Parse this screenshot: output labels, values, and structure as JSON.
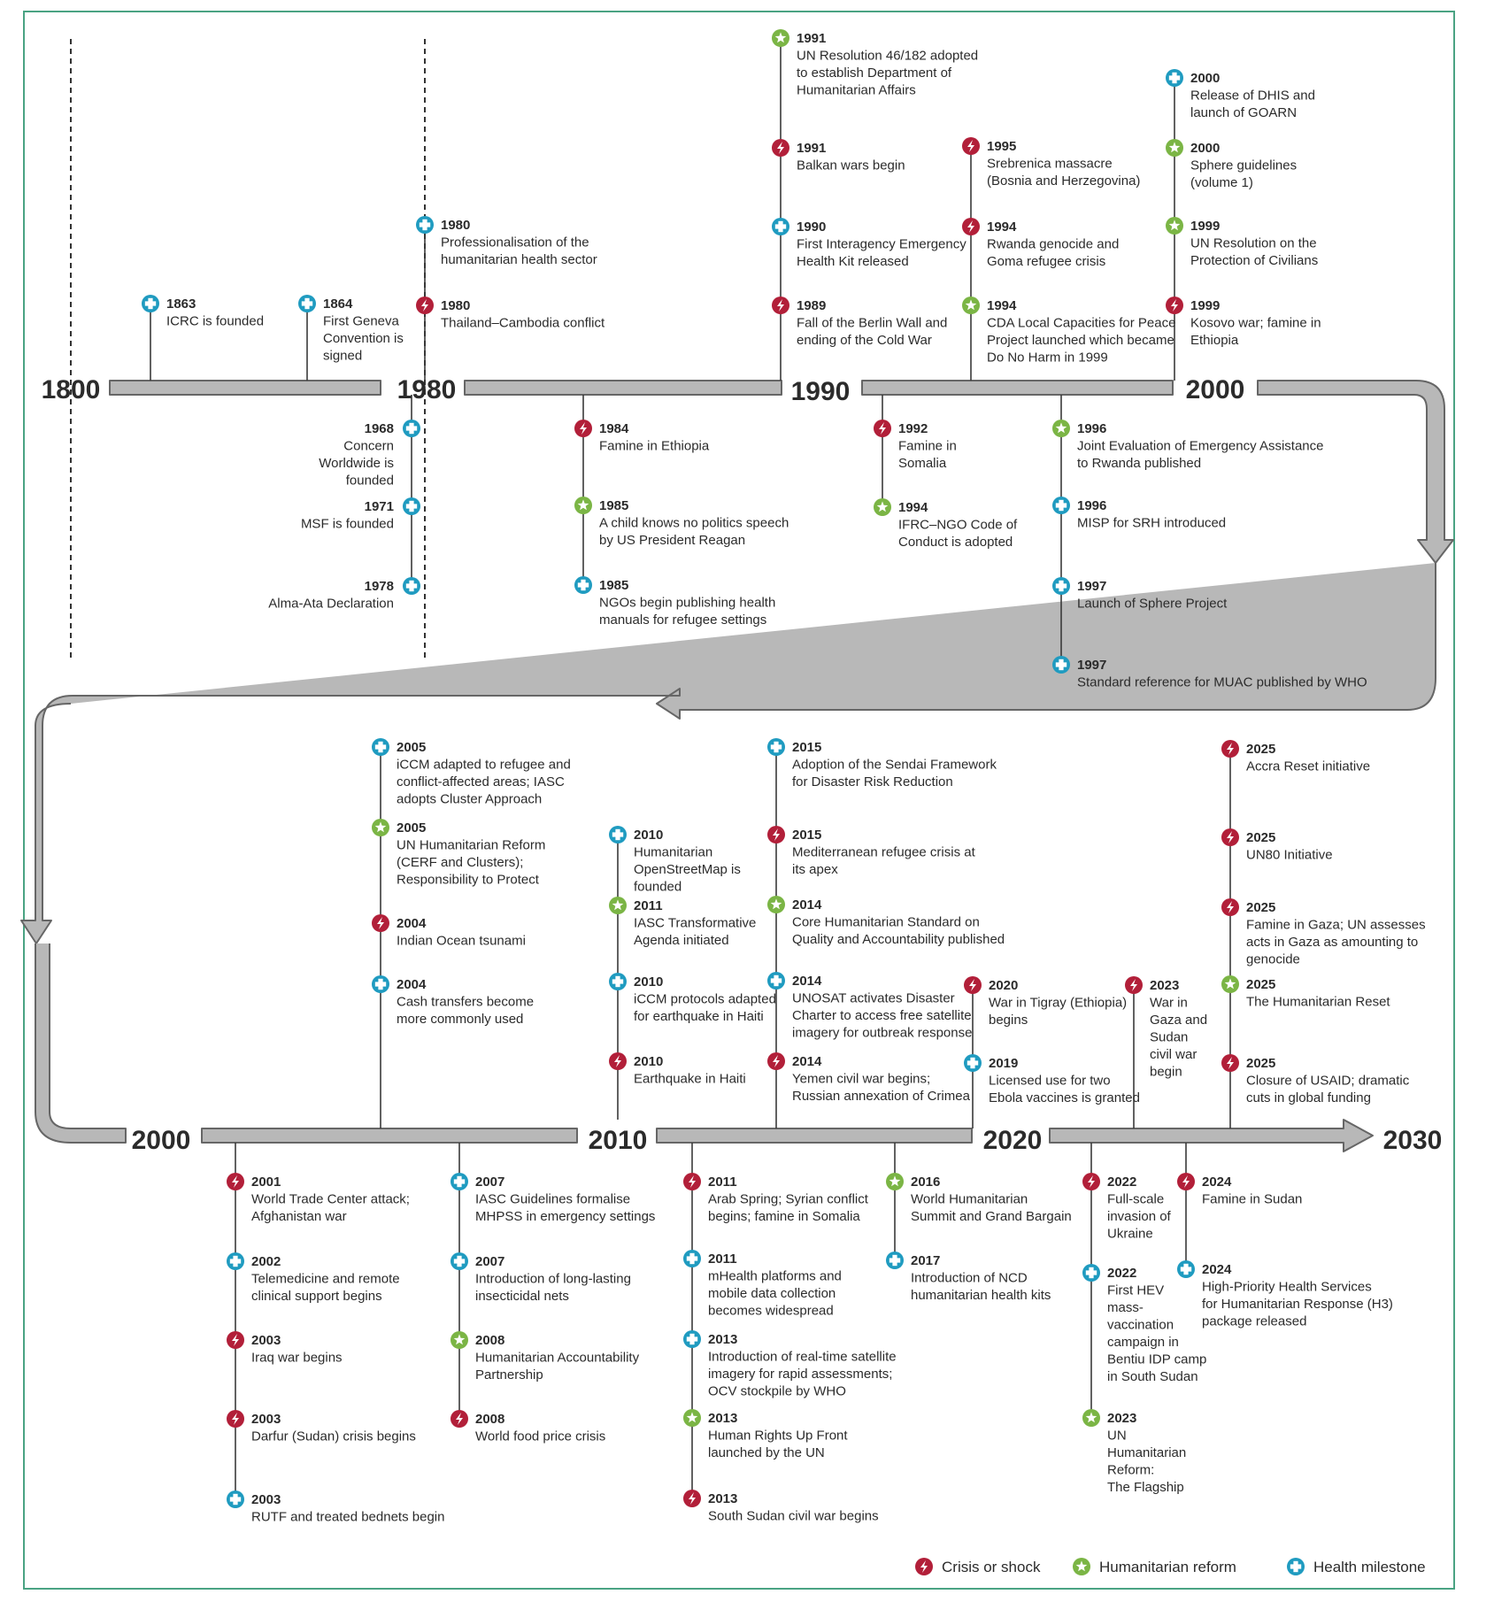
{
  "colors": {
    "crisis": "#b21f39",
    "reform": "#7bb545",
    "health": "#1f9bc0",
    "axis": "#b8b8b8",
    "axis_edge": "#666666",
    "frame": "#4aa383"
  },
  "icons": {
    "crisis": "lightning-bolt-icon",
    "reform": "star-icon",
    "health": "cross-icon"
  },
  "decade_labels": {
    "row1": [
      "1800",
      "1980",
      "1990",
      "2000"
    ],
    "row2": [
      "2000",
      "2010",
      "2020",
      "2030"
    ]
  },
  "legend": [
    {
      "category": "crisis",
      "label": "Crisis or shock"
    },
    {
      "category": "reform",
      "label": "Humanitarian reform"
    },
    {
      "category": "health",
      "label": "Health milestone"
    }
  ],
  "events": [
    {
      "year": "1863",
      "category": "health",
      "lines": [
        "ICRC is founded"
      ]
    },
    {
      "year": "1864",
      "category": "health",
      "lines": [
        "First Geneva",
        "Convention is",
        "signed"
      ]
    },
    {
      "year": "1980",
      "category": "health",
      "lines": [
        "Professionalisation of the",
        "humanitarian health sector"
      ]
    },
    {
      "year": "1980",
      "category": "crisis",
      "lines": [
        "Thailand–Cambodia conflict"
      ]
    },
    {
      "year": "1968",
      "category": "health",
      "lines": [
        "Concern",
        "Worldwide is",
        "founded"
      ]
    },
    {
      "year": "1971",
      "category": "health",
      "lines": [
        "MSF is founded"
      ]
    },
    {
      "year": "1978",
      "category": "health",
      "lines": [
        "Alma-Ata Declaration"
      ]
    },
    {
      "year": "1984",
      "category": "crisis",
      "lines": [
        "Famine in Ethiopia"
      ]
    },
    {
      "year": "1985",
      "category": "reform",
      "lines": [
        "A child knows no politics speech",
        "by US President Reagan"
      ]
    },
    {
      "year": "1985",
      "category": "health",
      "lines": [
        "NGOs begin publishing health",
        "manuals for refugee settings"
      ]
    },
    {
      "year": "1991",
      "category": "reform",
      "lines": [
        "UN Resolution 46/182 adopted",
        "to establish Department of",
        "Humanitarian Affairs"
      ]
    },
    {
      "year": "1991",
      "category": "crisis",
      "lines": [
        "Balkan wars begin"
      ]
    },
    {
      "year": "1990",
      "category": "health",
      "lines": [
        "First Interagency Emergency",
        "Health Kit released"
      ]
    },
    {
      "year": "1989",
      "category": "crisis",
      "lines": [
        "Fall of the Berlin Wall and",
        "ending of the Cold War"
      ]
    },
    {
      "year": "1995",
      "category": "crisis",
      "lines": [
        "Srebrenica massacre",
        "(Bosnia and Herzegovina)"
      ]
    },
    {
      "year": "1994",
      "category": "crisis",
      "lines": [
        "Rwanda genocide and",
        "Goma refugee crisis"
      ]
    },
    {
      "year": "1994",
      "category": "reform",
      "lines": [
        "CDA Local Capacities for Peace",
        "Project launched which became",
        "Do No Harm in 1999"
      ]
    },
    {
      "year": "1992",
      "category": "crisis",
      "lines": [
        "Famine in",
        "Somalia"
      ]
    },
    {
      "year": "1994",
      "category": "reform",
      "lines": [
        "IFRC–NGO Code of",
        "Conduct is adopted"
      ]
    },
    {
      "year": "2000",
      "category": "health",
      "lines": [
        "Release of DHIS and",
        "launch of GOARN"
      ]
    },
    {
      "year": "2000",
      "category": "reform",
      "lines": [
        "Sphere guidelines",
        "(volume 1)"
      ]
    },
    {
      "year": "1999",
      "category": "reform",
      "lines": [
        "UN Resolution on the",
        "Protection of Civilians"
      ]
    },
    {
      "year": "1999",
      "category": "crisis",
      "lines": [
        "Kosovo war; famine in",
        "Ethiopia"
      ]
    },
    {
      "year": "1996",
      "category": "reform",
      "lines": [
        "Joint Evaluation of Emergency Assistance",
        "to Rwanda published"
      ]
    },
    {
      "year": "1996",
      "category": "health",
      "lines": [
        "MISP for SRH introduced"
      ]
    },
    {
      "year": "1997",
      "category": "health",
      "lines": [
        "Launch of Sphere Project"
      ]
    },
    {
      "year": "1997",
      "category": "health",
      "lines": [
        "Standard reference for MUAC published by WHO"
      ]
    },
    {
      "year": "2005",
      "category": "health",
      "lines": [
        "iCCM adapted to refugee and",
        "conflict-affected areas; IASC",
        "adopts Cluster Approach"
      ]
    },
    {
      "year": "2005",
      "category": "reform",
      "lines": [
        "UN Humanitarian Reform",
        "(CERF and Clusters);",
        "Responsibility to Protect"
      ]
    },
    {
      "year": "2004",
      "category": "crisis",
      "lines": [
        "Indian Ocean tsunami"
      ]
    },
    {
      "year": "2004",
      "category": "health",
      "lines": [
        "Cash transfers become",
        "more commonly used"
      ]
    },
    {
      "year": "2010",
      "category": "health",
      "lines": [
        "Humanitarian",
        "OpenStreetMap is",
        "founded"
      ]
    },
    {
      "year": "2011",
      "category": "reform",
      "lines": [
        "IASC Transformative",
        "Agenda initiated"
      ]
    },
    {
      "year": "2010",
      "category": "health",
      "lines": [
        "iCCM protocols adapted",
        "for earthquake in Haiti"
      ]
    },
    {
      "year": "2010",
      "category": "crisis",
      "lines": [
        "Earthquake in Haiti"
      ]
    },
    {
      "year": "2015",
      "category": "health",
      "lines": [
        "Adoption of the Sendai Framework",
        "for Disaster Risk Reduction"
      ]
    },
    {
      "year": "2015",
      "category": "crisis",
      "lines": [
        "Mediterranean refugee crisis at",
        "its apex"
      ]
    },
    {
      "year": "2014",
      "category": "reform",
      "lines": [
        "Core Humanitarian Standard on",
        "Quality and Accountability published"
      ]
    },
    {
      "year": "2014",
      "category": "health",
      "lines": [
        "UNOSAT activates Disaster",
        "Charter to access free satellite",
        "imagery for outbreak response"
      ]
    },
    {
      "year": "2014",
      "category": "crisis",
      "lines": [
        "Yemen civil war begins;",
        "Russian annexation of Crimea"
      ]
    },
    {
      "year": "2020",
      "category": "crisis",
      "lines": [
        "War in Tigray (Ethiopia)",
        "begins"
      ]
    },
    {
      "year": "2019",
      "category": "health",
      "lines": [
        "Licensed use for two",
        "Ebola vaccines is granted"
      ]
    },
    {
      "year": "2023",
      "category": "crisis",
      "lines": [
        "War in",
        "Gaza and",
        "Sudan",
        "civil war",
        "begin"
      ]
    },
    {
      "year": "2025",
      "category": "crisis",
      "lines": [
        "Accra Reset initiative"
      ]
    },
    {
      "year": "2025",
      "category": "crisis",
      "lines": [
        "UN80 Initiative"
      ]
    },
    {
      "year": "2025",
      "category": "crisis",
      "lines": [
        "Famine in Gaza; UN assesses",
        "acts in Gaza as amounting to",
        "genocide"
      ]
    },
    {
      "year": "2025",
      "category": "reform",
      "lines": [
        "The Humanitarian Reset"
      ]
    },
    {
      "year": "2025",
      "category": "crisis",
      "lines": [
        "Closure of USAID; dramatic",
        "cuts in global funding"
      ]
    },
    {
      "year": "2001",
      "category": "crisis",
      "lines": [
        "World Trade Center attack;",
        "Afghanistan war"
      ]
    },
    {
      "year": "2002",
      "category": "health",
      "lines": [
        "Telemedicine and remote",
        "clinical support begins"
      ]
    },
    {
      "year": "2003",
      "category": "crisis",
      "lines": [
        "Iraq war begins"
      ]
    },
    {
      "year": "2003",
      "category": "crisis",
      "lines": [
        "Darfur (Sudan) crisis begins"
      ]
    },
    {
      "year": "2003",
      "category": "health",
      "lines": [
        "RUTF and treated bednets begin"
      ]
    },
    {
      "year": "2007",
      "category": "health",
      "lines": [
        "IASC Guidelines formalise",
        "MHPSS in emergency settings"
      ]
    },
    {
      "year": "2007",
      "category": "health",
      "lines": [
        "Introduction of long-lasting",
        "insecticidal nets"
      ]
    },
    {
      "year": "2008",
      "category": "reform",
      "lines": [
        "Humanitarian Accountability",
        "Partnership"
      ]
    },
    {
      "year": "2008",
      "category": "crisis",
      "lines": [
        "World food price crisis"
      ]
    },
    {
      "year": "2011",
      "category": "crisis",
      "lines": [
        "Arab Spring; Syrian conflict",
        "begins; famine in Somalia"
      ]
    },
    {
      "year": "2011",
      "category": "health",
      "lines": [
        "mHealth platforms and",
        "mobile data collection",
        "becomes widespread"
      ]
    },
    {
      "year": "2013",
      "category": "health",
      "lines": [
        "Introduction of real-time satellite",
        "imagery for rapid assessments;",
        "OCV stockpile by WHO"
      ]
    },
    {
      "year": "2013",
      "category": "reform",
      "lines": [
        "Human Rights Up Front",
        "launched by the UN"
      ]
    },
    {
      "year": "2013",
      "category": "crisis",
      "lines": [
        "South Sudan civil war begins"
      ]
    },
    {
      "year": "2016",
      "category": "reform",
      "lines": [
        "World Humanitarian",
        "Summit and Grand Bargain"
      ]
    },
    {
      "year": "2017",
      "category": "health",
      "lines": [
        "Introduction of NCD",
        "humanitarian health kits"
      ]
    },
    {
      "year": "2022",
      "category": "crisis",
      "lines": [
        "Full-scale",
        "invasion of",
        "Ukraine"
      ]
    },
    {
      "year": "2022",
      "category": "health",
      "lines": [
        "First HEV",
        "mass-",
        "vaccination",
        "campaign in",
        "Bentiu IDP camp",
        "in South Sudan"
      ]
    },
    {
      "year": "2023",
      "category": "reform",
      "lines": [
        "UN",
        "Humanitarian",
        "Reform:",
        "The Flagship"
      ]
    },
    {
      "year": "2024",
      "category": "crisis",
      "lines": [
        "Famine in Sudan"
      ]
    },
    {
      "year": "2024",
      "category": "health",
      "lines": [
        "High-Priority Health Services",
        "for Humanitarian Response (H3)",
        "package released"
      ]
    }
  ]
}
